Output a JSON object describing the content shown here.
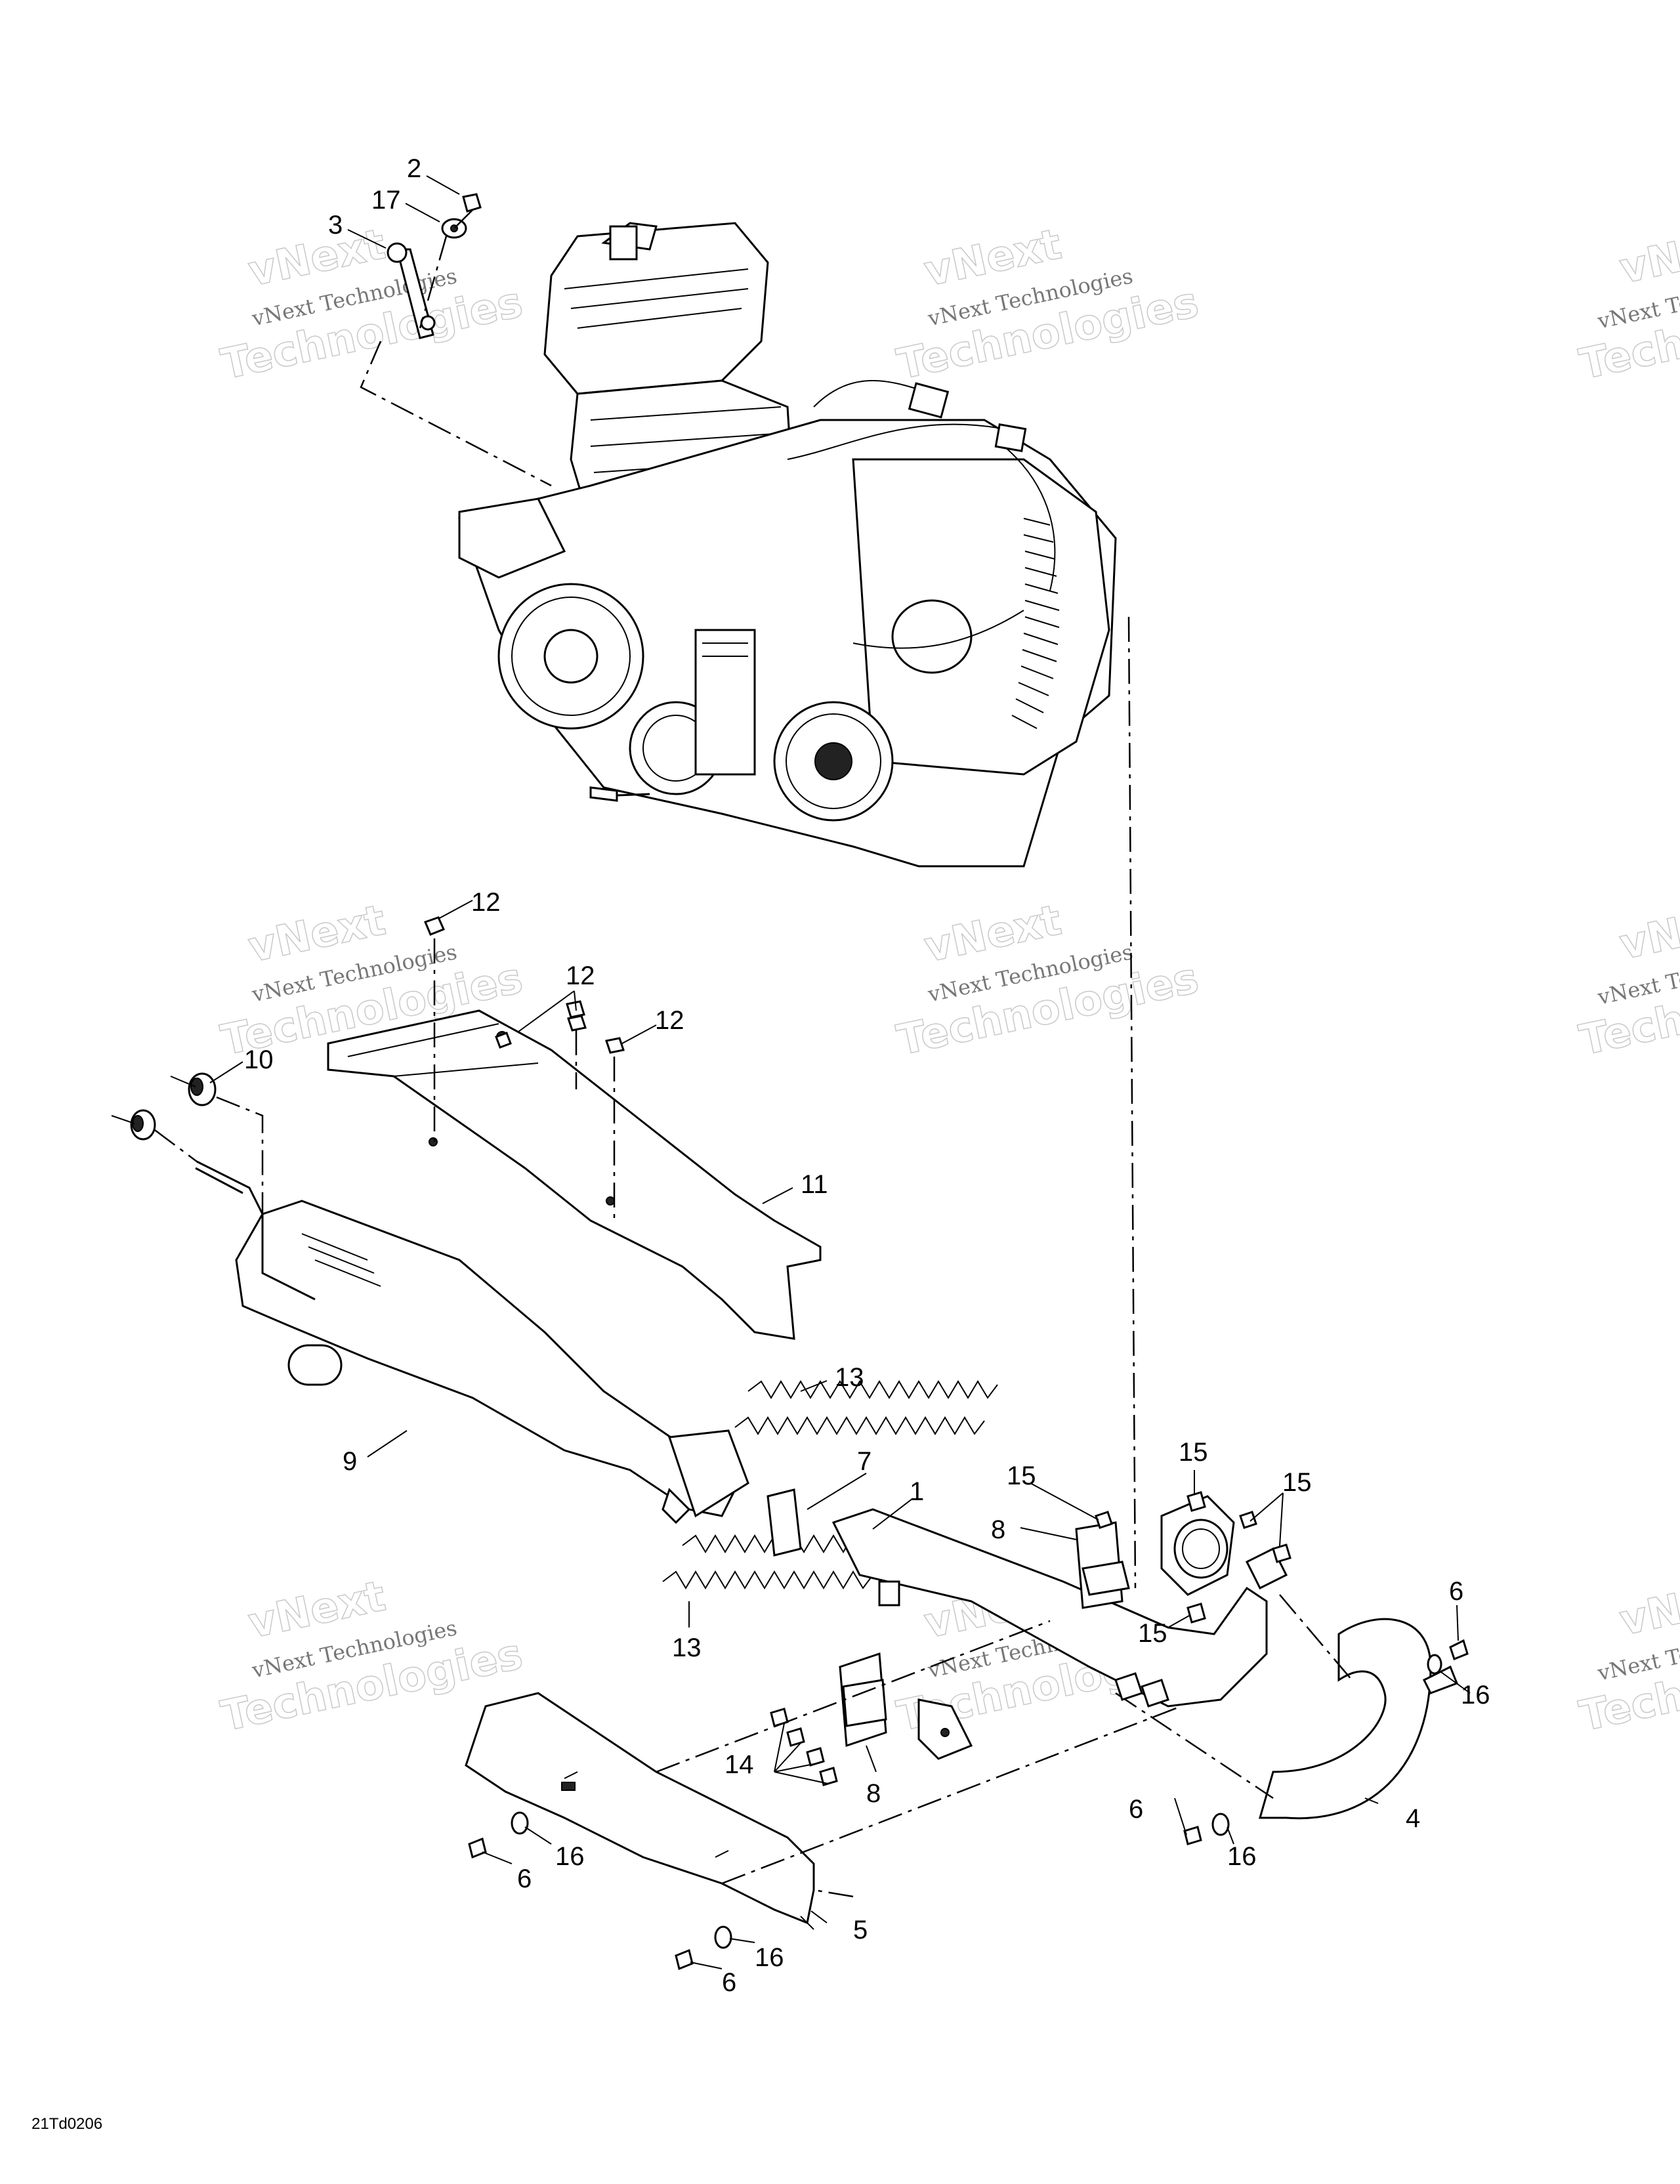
{
  "diagram": {
    "code": "21Td0206",
    "watermark_line1": "vNext Technologies",
    "watermark_line2": "Technologies",
    "watermark_line3": "vNext",
    "watermark_edge1": "vNext Te",
    "watermark_edge2": "Techn",
    "watermark_edge3": "vNe",
    "callouts": [
      "1",
      "2",
      "3",
      "4",
      "5",
      "6",
      "7",
      "8",
      "9",
      "10",
      "11",
      "12",
      "13",
      "14",
      "15",
      "16",
      "17"
    ]
  }
}
